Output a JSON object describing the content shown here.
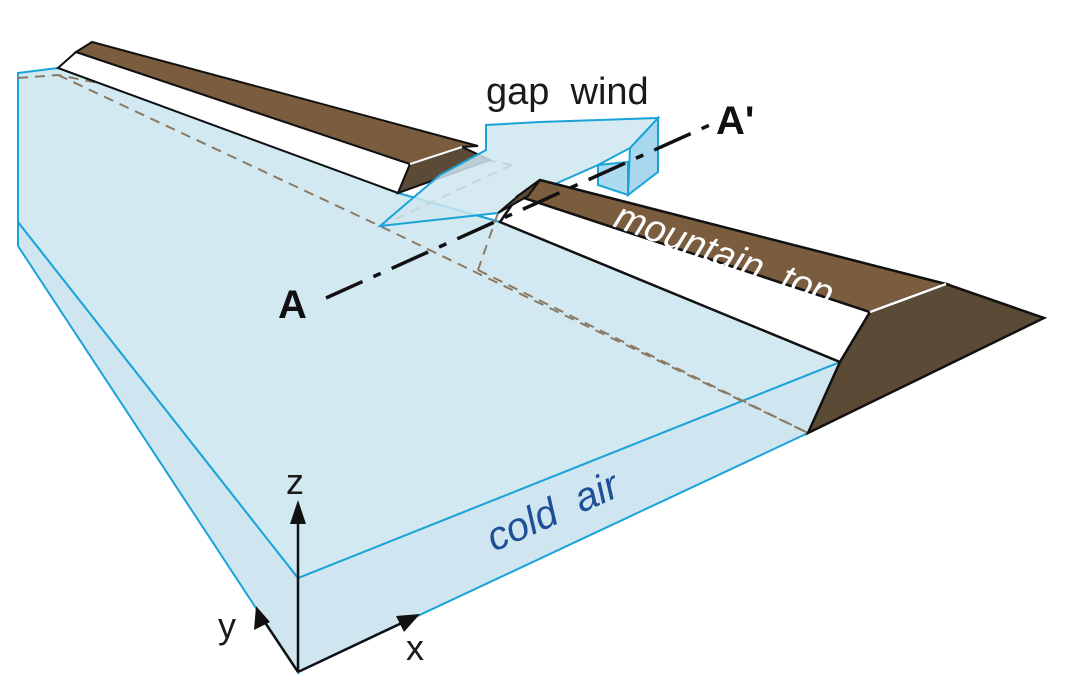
{
  "labels": {
    "gap_wind": "gap  wind",
    "point_a": "A",
    "point_a_prime": "A'",
    "mountain_top": "mountain  top",
    "cold_air": "cold  air",
    "axis_x": "x",
    "axis_y": "y",
    "axis_z": "z"
  },
  "colors": {
    "cold_air_fill": "#cfe6f0",
    "cold_air_edge": "#1aa3d9",
    "mountain_top": "#7a5c3e",
    "mountain_face": "#5b4a35",
    "section_line": "#111111",
    "hidden_edge": "#8a7a64"
  }
}
